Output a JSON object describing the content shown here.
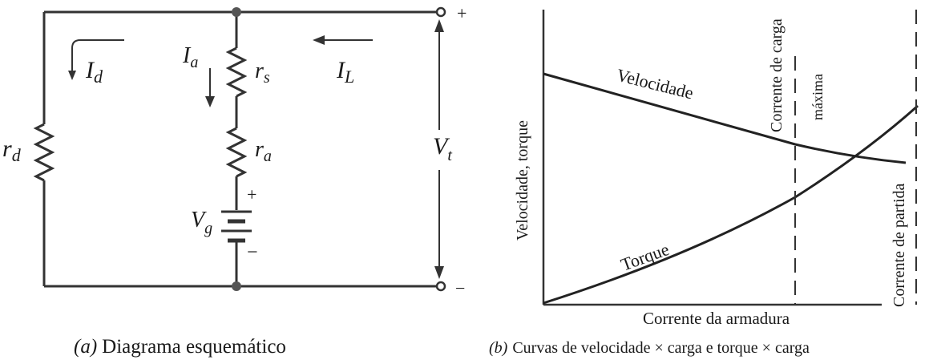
{
  "left": {
    "caption_prefix": "(a)",
    "caption": "Diagrama esquemático",
    "labels": {
      "I_d": "I",
      "I_d_sub": "d",
      "I_a": "I",
      "I_a_sub": "a",
      "I_L": "I",
      "I_L_sub": "L",
      "r_s": "r",
      "r_s_sub": "s",
      "r_a": "r",
      "r_a_sub": "a",
      "r_d": "r",
      "r_d_sub": "d",
      "V_g": "V",
      "V_g_sub": "g",
      "V_t": "V",
      "V_t_sub": "t",
      "plus_top": "+",
      "minus_bottom": "−",
      "battery_plus": "+",
      "battery_minus": "−"
    }
  },
  "right": {
    "caption_prefix": "(b)",
    "caption": "Curvas de velocidade × carga e torque × carga",
    "ylabel": "Velocidade, torque",
    "xlabel": "Corrente da armadura",
    "curve_velocidade": "Velocidade",
    "curve_torque": "Torque",
    "marker_carga_line1": "Corrente de carga",
    "marker_carga_line2": "máxima",
    "marker_partida": "Corrente de partida"
  }
}
